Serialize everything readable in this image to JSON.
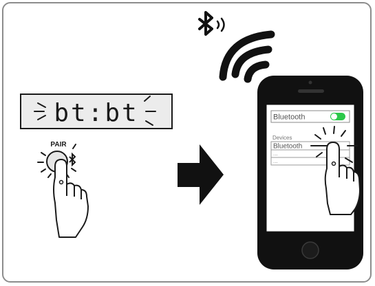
{
  "display": {
    "text": "bt:bt"
  },
  "remote": {
    "pair_label": "PAIR"
  },
  "phone": {
    "bluetooth_label": "Bluetooth",
    "bluetooth_toggle_on": true,
    "devices_header": "Devices",
    "device_items": [
      "Bluetooth",
      "...",
      "..."
    ]
  },
  "colors": {
    "toggle_on": "#2cc84a",
    "outline": "#1a1a1a",
    "frame": "#8c8c8c"
  },
  "icons": [
    "bluetooth-icon",
    "wifi-signal-icon",
    "arrow-right-icon",
    "finger-press-icon"
  ]
}
